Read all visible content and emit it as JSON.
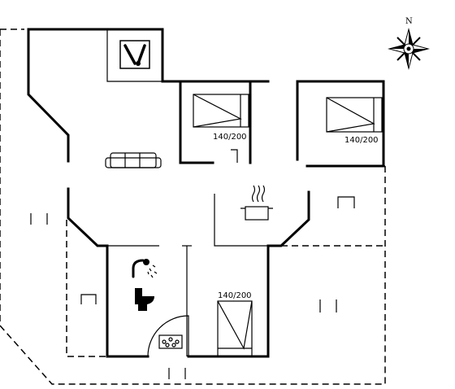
{
  "plan": {
    "compass": {
      "label": "N"
    },
    "beds": [
      {
        "id": "bedroom-1",
        "size": "140/200"
      },
      {
        "id": "bedroom-2",
        "size": "140/200"
      },
      {
        "id": "bedroom-3",
        "size": "140/200"
      }
    ],
    "icons": [
      "tools-icon",
      "sofa-icon",
      "cooking-pot-icon",
      "shower-icon",
      "toilet-icon",
      "whirlpool-icon"
    ]
  }
}
